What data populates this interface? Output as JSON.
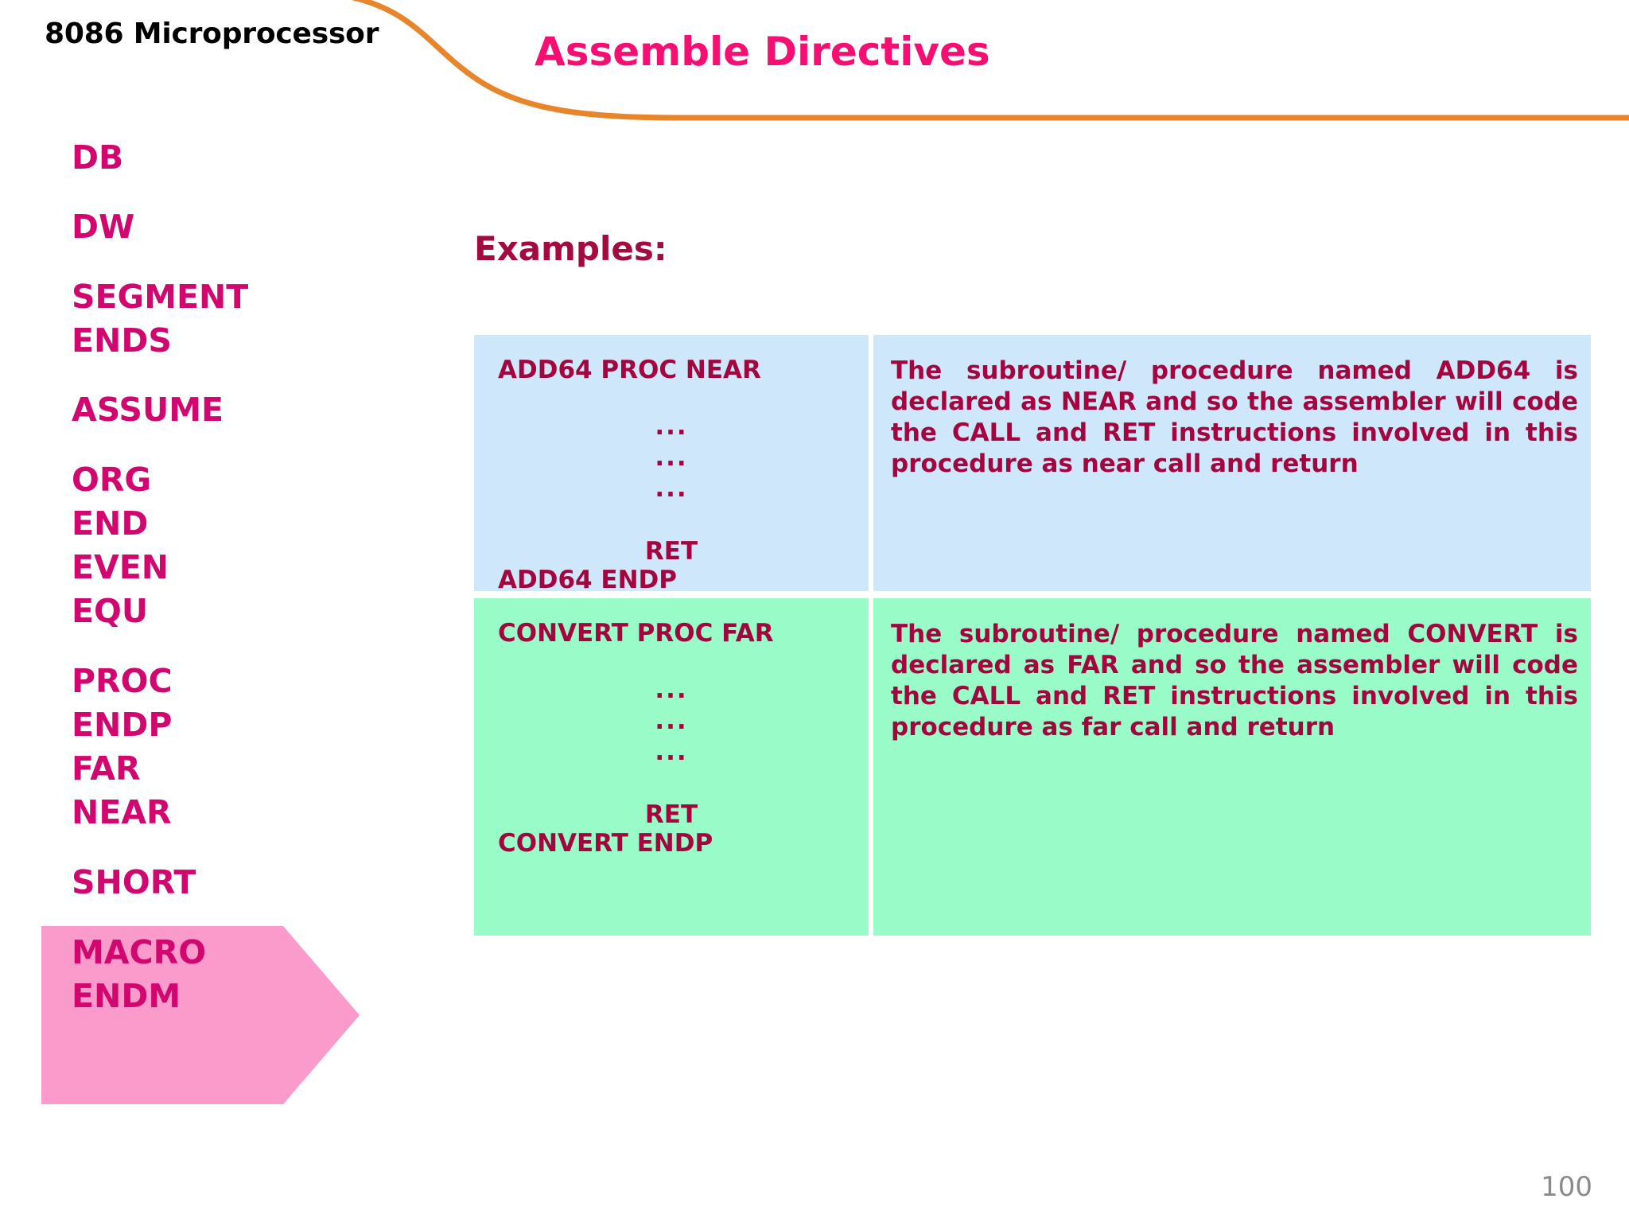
{
  "header": {
    "kicker": "8086 Microprocessor",
    "title": "Assemble Directives",
    "accent_orange": "#E8842A",
    "title_color": "#F50F73"
  },
  "sidebar": {
    "text_color": "#D1066F",
    "highlight_color": "#FA9BCB",
    "items": [
      {
        "label": "DB",
        "highlighted": false
      },
      {
        "label": "DW",
        "highlighted": false
      },
      {
        "label": "SEGMENT",
        "highlighted": false
      },
      {
        "label": "ENDS",
        "highlighted": false
      },
      {
        "label": "ASSUME",
        "highlighted": false
      },
      {
        "label": "ORG",
        "highlighted": false
      },
      {
        "label": "END",
        "highlighted": false
      },
      {
        "label": "EVEN",
        "highlighted": false
      },
      {
        "label": "EQU",
        "highlighted": false
      },
      {
        "label": "PROC",
        "highlighted": true
      },
      {
        "label": "ENDP",
        "highlighted": true
      },
      {
        "label": "FAR",
        "highlighted": true
      },
      {
        "label": "NEAR",
        "highlighted": true
      },
      {
        "label": "SHORT",
        "highlighted": false
      },
      {
        "label": "MACRO",
        "highlighted": false
      },
      {
        "label": "ENDM",
        "highlighted": false
      }
    ]
  },
  "main": {
    "examples_label": "Examples:",
    "text_color": "#A3063F",
    "rows": [
      {
        "background": "#CFE7FA",
        "code": {
          "header": "ADD64 PROC NEAR",
          "dots": [
            "...",
            "...",
            "..."
          ],
          "ret": "RET",
          "footer": "ADD64 ENDP"
        },
        "description": "The subroutine/ procedure named ADD64 is declared as NEAR and so the assembler will code the CALL and RET instructions involved in this procedure as near call and return"
      },
      {
        "background": "#99FCC8",
        "code": {
          "header": "CONVERT PROC FAR",
          "dots": [
            "...",
            "...",
            "..."
          ],
          "ret": "RET",
          "footer": "CONVERT ENDP"
        },
        "description": "The subroutine/ procedure named CONVERT is declared as FAR and so the assembler will code the CALL and RET instructions involved in this procedure as far call and return"
      }
    ]
  },
  "footer": {
    "page_number": "100"
  }
}
